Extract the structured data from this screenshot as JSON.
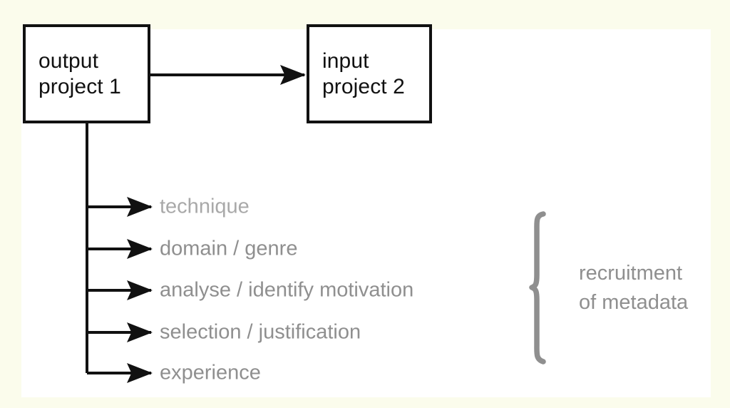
{
  "diagram": {
    "type": "flow-diagram",
    "title": "output project 1 to input project 2 metadata recruitment",
    "background_color": "#fbfcec",
    "panel_color": "#ffffff",
    "stroke_color": "#111111",
    "label_color": "#8f8f8f",
    "nodes": [
      {
        "id": "output-project-1",
        "line1": "output",
        "line2": "project 1"
      },
      {
        "id": "input-project-2",
        "line1": "input",
        "line2": "project 2"
      }
    ],
    "branches": [
      {
        "label": "technique"
      },
      {
        "label": "domain / genre"
      },
      {
        "label": "analyse / identify motivation"
      },
      {
        "label": "selection / justification"
      },
      {
        "label": "experience"
      }
    ],
    "group": {
      "brace": "}",
      "label_line1": "recruitment",
      "label_line2": "of metadata"
    }
  }
}
